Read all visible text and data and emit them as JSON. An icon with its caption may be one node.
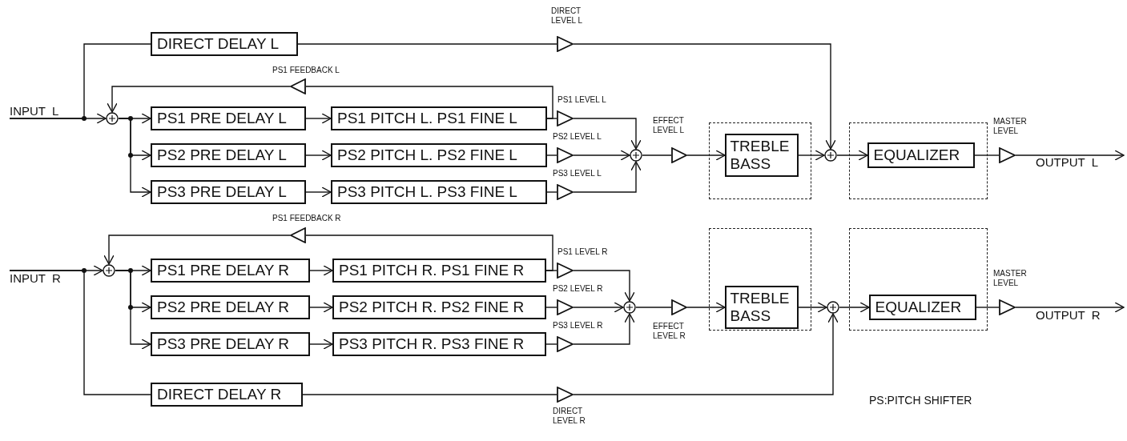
{
  "diagram": {
    "nodes": [
      {
        "text": [
          "INPUT  L"
        ]
      },
      {
        "text": [
          "DIRECT DELAY L"
        ]
      },
      {
        "text": [],
        "shape": "triangle",
        "beside": [
          "DIRECT LEVEL L"
        ]
      },
      {
        "text": [],
        "shape": "triangle",
        "beside": [
          "PS1 FEEDBACK L"
        ]
      },
      {
        "text": [],
        "shape": "circle"
      },
      {
        "text": [
          "PS1 PRE DELAY L"
        ]
      },
      {
        "text": [
          "PS2 PRE DELAY L"
        ]
      },
      {
        "text": [
          "PS3 PRE DELAY L"
        ]
      },
      {
        "text": [
          "PS1 PITCH L. PS1 FINE L"
        ]
      },
      {
        "text": [
          "PS2 PITCH L. PS2 FINE L"
        ]
      },
      {
        "text": [
          "PS3 PITCH L. PS3 FINE L"
        ]
      },
      {
        "text": [],
        "shape": "triangle",
        "beside": [
          "PS1 LEVEL L"
        ]
      },
      {
        "text": [],
        "shape": "triangle",
        "beside": [
          "PS2 LEVEL L"
        ]
      },
      {
        "text": [],
        "shape": "triangle",
        "beside": [
          "PS3 LEVEL L"
        ]
      },
      {
        "text": [],
        "shape": "circle"
      },
      {
        "text": [],
        "shape": "triangle",
        "beside": [
          "EFFECT LEVEL L"
        ]
      },
      {
        "text": [],
        "shape": "box"
      },
      {
        "text": [
          "TREBLE BASS"
        ],
        "in": 16
      },
      {
        "text": [],
        "shape": "circle"
      },
      {
        "text": [],
        "shape": "box"
      },
      {
        "text": [
          "EQUALIZER"
        ],
        "in": 19
      },
      {
        "text": [],
        "shape": "triangle",
        "beside": [
          "MASTER LEVEL"
        ]
      },
      {
        "text": [
          "OUTPUT  L"
        ]
      },
      {
        "text": [
          "INPUT  R"
        ]
      },
      {
        "text": [
          "DIRECT DELAY R"
        ]
      },
      {
        "text": [],
        "shape": "triangle",
        "beside": [
          "DIRECT LEVEL R"
        ]
      },
      {
        "text": [],
        "shape": "triangle",
        "beside": [
          "PS1 FEEDBACK R"
        ]
      },
      {
        "text": [],
        "shape": "circle"
      },
      {
        "text": [
          "PS1 PRE DELAY R"
        ]
      },
      {
        "text": [
          "PS2 PRE DELAY R"
        ]
      },
      {
        "text": [
          "PS3 PRE DELAY R"
        ]
      },
      {
        "text": [
          "PS1 PITCH R. PS1 FINE R"
        ]
      },
      {
        "text": [
          "PS2 PITCH R. PS2 FINE R"
        ]
      },
      {
        "text": [
          "PS3 PITCH R. PS3 FINE R"
        ]
      },
      {
        "text": [],
        "shape": "triangle",
        "beside": [
          "PS1 LEVEL R"
        ]
      },
      {
        "text": [],
        "shape": "triangle",
        "beside": [
          "PS2 LEVEL R"
        ]
      },
      {
        "text": [],
        "shape": "triangle",
        "beside": [
          "PS3 LEVEL R"
        ]
      },
      {
        "text": [],
        "shape": "circle"
      },
      {
        "text": [],
        "shape": "triangle",
        "beside": [
          "EFFECT LEVEL R"
        ]
      },
      {
        "text": [],
        "shape": "box"
      },
      {
        "text": [
          "TREBLE BASS"
        ],
        "in": 39
      },
      {
        "text": [],
        "shape": "circle"
      },
      {
        "text": [],
        "shape": "box"
      },
      {
        "text": [
          "EQUALIZER"
        ],
        "in": 42
      },
      {
        "text": [],
        "shape": "triangle",
        "beside": [
          "MASTER LEVEL"
        ]
      },
      {
        "text": [
          "OUTPUT  R"
        ]
      }
    ],
    "edges": [
      {
        "from": 0,
        "to": 1,
        "arrow": "none"
      },
      {
        "from": 0,
        "to": 4,
        "arrow": "to"
      },
      {
        "from": 1,
        "to": 2,
        "arrow": "none"
      },
      {
        "from": 2,
        "to": 18,
        "arrow": "to"
      },
      {
        "from": 8,
        "to": 3,
        "arrow": "none"
      },
      {
        "from": 3,
        "to": 4,
        "arrow": "to"
      },
      {
        "from": 4,
        "to": 5,
        "arrow": "to"
      },
      {
        "from": 4,
        "to": 6,
        "arrow": "to"
      },
      {
        "from": 4,
        "to": 7,
        "arrow": "to"
      },
      {
        "from": 5,
        "to": 8,
        "arrow": "to"
      },
      {
        "from": 6,
        "to": 9,
        "arrow": "to"
      },
      {
        "from": 7,
        "to": 10,
        "arrow": "to"
      },
      {
        "from": 8,
        "to": 11,
        "arrow": "none"
      },
      {
        "from": 9,
        "to": 12,
        "arrow": "none"
      },
      {
        "from": 10,
        "to": 13,
        "arrow": "none"
      },
      {
        "from": 11,
        "to": 14,
        "arrow": "to"
      },
      {
        "from": 12,
        "to": 14,
        "arrow": "to"
      },
      {
        "from": 13,
        "to": 14,
        "arrow": "to"
      },
      {
        "from": 14,
        "to": 15,
        "arrow": "none"
      },
      {
        "from": 15,
        "to": 17,
        "arrow": "to"
      },
      {
        "from": 17,
        "to": 18,
        "arrow": "to"
      },
      {
        "from": 18,
        "to": 20,
        "arrow": "to"
      },
      {
        "from": 20,
        "to": 21,
        "arrow": "none"
      },
      {
        "from": 21,
        "to": 22,
        "arrow": "to"
      },
      {
        "from": 23,
        "to": 24,
        "arrow": "none"
      },
      {
        "from": 23,
        "to": 27,
        "arrow": "to"
      },
      {
        "from": 24,
        "to": 25,
        "arrow": "none"
      },
      {
        "from": 25,
        "to": 41,
        "arrow": "to"
      },
      {
        "from": 31,
        "to": 26,
        "arrow": "none"
      },
      {
        "from": 26,
        "to": 27,
        "arrow": "to"
      },
      {
        "from": 27,
        "to": 28,
        "arrow": "to"
      },
      {
        "from": 27,
        "to": 29,
        "arrow": "to"
      },
      {
        "from": 27,
        "to": 30,
        "arrow": "to"
      },
      {
        "from": 28,
        "to": 31,
        "arrow": "to"
      },
      {
        "from": 29,
        "to": 32,
        "arrow": "to"
      },
      {
        "from": 30,
        "to": 33,
        "arrow": "to"
      },
      {
        "from": 31,
        "to": 34,
        "arrow": "none"
      },
      {
        "from": 32,
        "to": 35,
        "arrow": "none"
      },
      {
        "from": 33,
        "to": 36,
        "arrow": "none"
      },
      {
        "from": 34,
        "to": 37,
        "arrow": "to"
      },
      {
        "from": 35,
        "to": 37,
        "arrow": "to"
      },
      {
        "from": 36,
        "to": 37,
        "arrow": "to"
      },
      {
        "from": 37,
        "to": 38,
        "arrow": "none"
      },
      {
        "from": 38,
        "to": 40,
        "arrow": "to"
      },
      {
        "from": 40,
        "to": 41,
        "arrow": "to"
      },
      {
        "from": 41,
        "to": 43,
        "arrow": "to"
      },
      {
        "from": 43,
        "to": 44,
        "arrow": "none"
      },
      {
        "from": 44,
        "to": 45,
        "arrow": "to"
      }
    ],
    "labels": [
      "PS:PITCH SHIFTER"
    ]
  }
}
